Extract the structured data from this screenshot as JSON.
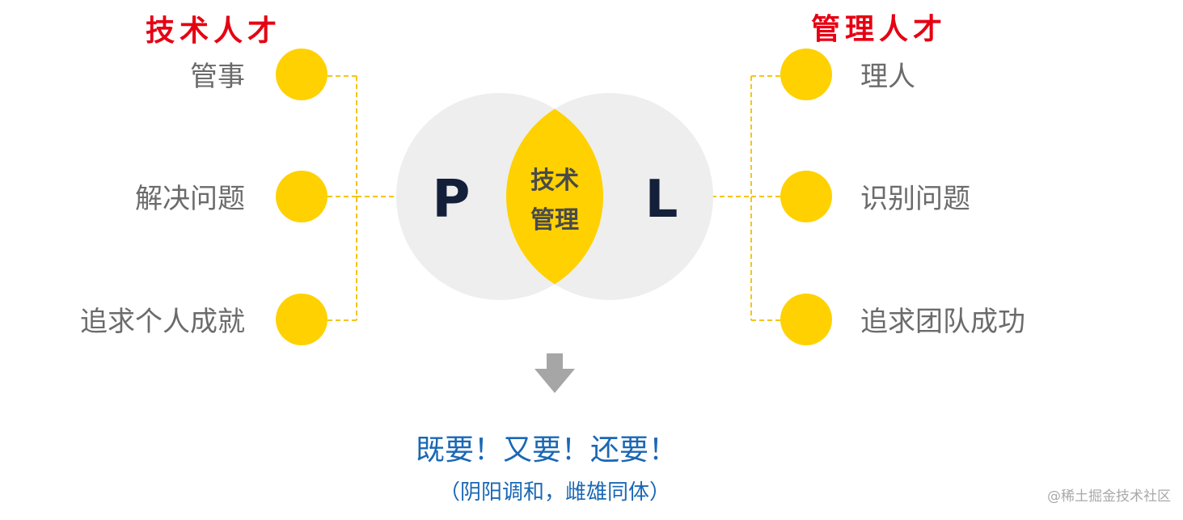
{
  "left": {
    "title": "技术人才",
    "items": [
      "管事",
      "解决问题",
      "追求个人成就"
    ]
  },
  "right": {
    "title": "管理人才",
    "items": [
      "理人",
      "识别问题",
      "追求团队成功"
    ]
  },
  "venn": {
    "left_letter": "P",
    "right_letter": "L",
    "center_line1": "技术",
    "center_line2": "管理"
  },
  "conclusion": {
    "main": "既要！又要！还要！",
    "sub": "（阴阳调和，雌雄同体）"
  },
  "watermark": "@稀土掘金技术社区",
  "colors": {
    "accent_yellow": "#ffd100",
    "circle_gray": "#eeeeee",
    "title_red": "#e60012",
    "conclusion_blue": "#1a67b5",
    "arrow_gray": "#a6a6a6"
  }
}
